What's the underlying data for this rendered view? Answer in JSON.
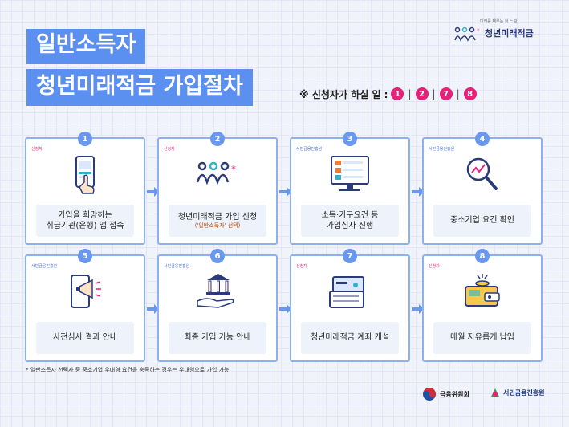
{
  "title": {
    "line1": "일반소득자",
    "line2": "청년미래적금 가입절차"
  },
  "applicant_note": {
    "prefix": "※ 신청자가 하실 일 :",
    "steps": [
      "1",
      "2",
      "7",
      "8"
    ],
    "separator": "|"
  },
  "logo_top": {
    "tagline": "미래를 채우는 첫 느낌,",
    "name": "청년미래적금"
  },
  "steps": [
    {
      "num": "1",
      "tag": "신청자",
      "line1": "가입을 희망하는",
      "line2": "취급기관(은행) 앱 접속",
      "sub": "",
      "icon": "phone-touch-icon"
    },
    {
      "num": "2",
      "tag": "신청자",
      "line1": "청년미래적금 가입 신청",
      "line2": "",
      "sub": "('일반소득자' 선택)",
      "icon": "savings-logo-icon"
    },
    {
      "num": "3",
      "tag": "서민금융진흥원",
      "line1": "소득·가구요건 등",
      "line2": "가입심사 진행",
      "sub": "",
      "icon": "monitor-checklist-icon"
    },
    {
      "num": "4",
      "tag": "서민금융진흥원",
      "line1": "중소기업 요건 확인",
      "line2": "",
      "sub": "",
      "icon": "magnifier-chart-icon"
    },
    {
      "num": "5",
      "tag": "서민금융진흥원",
      "line1": "사전심사 결과 안내",
      "line2": "",
      "sub": "",
      "icon": "phone-megaphone-icon"
    },
    {
      "num": "6",
      "tag": "서민금융진흥원",
      "line1": "최종 가입 가능 안내",
      "line2": "",
      "sub": "",
      "icon": "bank-hand-icon"
    },
    {
      "num": "7",
      "tag": "신청자",
      "line1": "청년미래적금 계좌 개설",
      "line2": "",
      "sub": "",
      "icon": "bankbook-card-icon"
    },
    {
      "num": "8",
      "tag": "신청자",
      "line1": "매월 자유롭게 납입",
      "line2": "",
      "sub": "",
      "icon": "wallet-coins-icon"
    }
  ],
  "footnote": "* 일반소득자 선택자 중 중소기업 우대형 요건을 충족하는 경우는 우대형으로 가입 가능",
  "footer_logos": {
    "fsc": "금융위원회",
    "kinfa": "서민금융진흥원"
  },
  "colors": {
    "title_bg": "#5b8ff0",
    "card_border": "#8fb0ef",
    "badge_pink": "#e6217a",
    "step_num": "#6a98ee",
    "arrow": "#6a98ee"
  }
}
